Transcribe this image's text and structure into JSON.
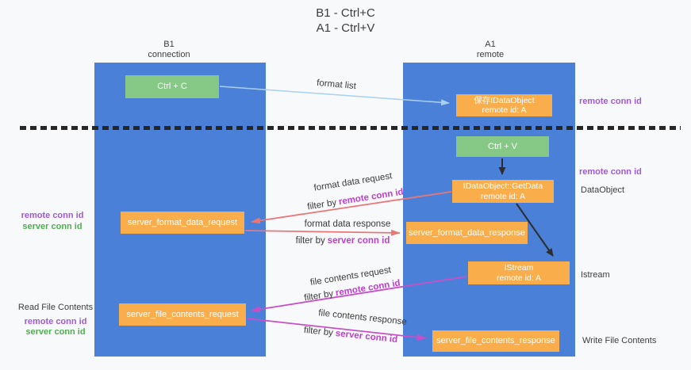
{
  "title": {
    "line1": "B1 - Ctrl+C",
    "line2": "A1 - Ctrl+V"
  },
  "lifelines": {
    "left": {
      "name": "B1",
      "role": "connection"
    },
    "right": {
      "name": "A1",
      "role": "remote"
    }
  },
  "boxes": {
    "ctrl_c": "Ctrl + C",
    "saved_dataobject": {
      "line1": "保存IDataObject",
      "line2": "remote id: A"
    },
    "ctrl_v": "Ctrl + V",
    "getdata": {
      "line1": "IDataObject::GetData",
      "line2": "remote id: A"
    },
    "format_request": "server_format_data_request",
    "format_response": "server_format_data_response",
    "istream": {
      "line1": "IStream",
      "line2": "remote id: A"
    },
    "file_request": "server_file_contents_request",
    "file_response": "server_file_contents_response"
  },
  "flow_labels": {
    "format_list": "format list",
    "format_data_request": "format data request",
    "format_data_response": "format data response",
    "file_contents_request": "file contents request",
    "file_contents_response": "file contents response",
    "filter_prefix": "filter by",
    "remote_conn_id": "remote conn id",
    "server_conn_id": "server conn id"
  },
  "side_labels": {
    "remote_conn_id": "remote conn id",
    "server_conn_id": "server conn id",
    "dataobject": "DataObject",
    "istream": "Istream",
    "read_file": "Read File Contents",
    "write_file": "Write File Contents"
  },
  "colors": {
    "lifeline_blue": "#4a80d8",
    "box_green": "#86c885",
    "box_orange": "#f9ae4b",
    "arrow_lightblue": "#a9d0ee",
    "arrow_red": "#e87878",
    "arrow_magenta": "#c94fc9",
    "arrow_black": "#2e2e2e",
    "text_purple": "#a159d6",
    "text_magenta": "#bf3ecf",
    "text_green": "#4fae4f"
  }
}
